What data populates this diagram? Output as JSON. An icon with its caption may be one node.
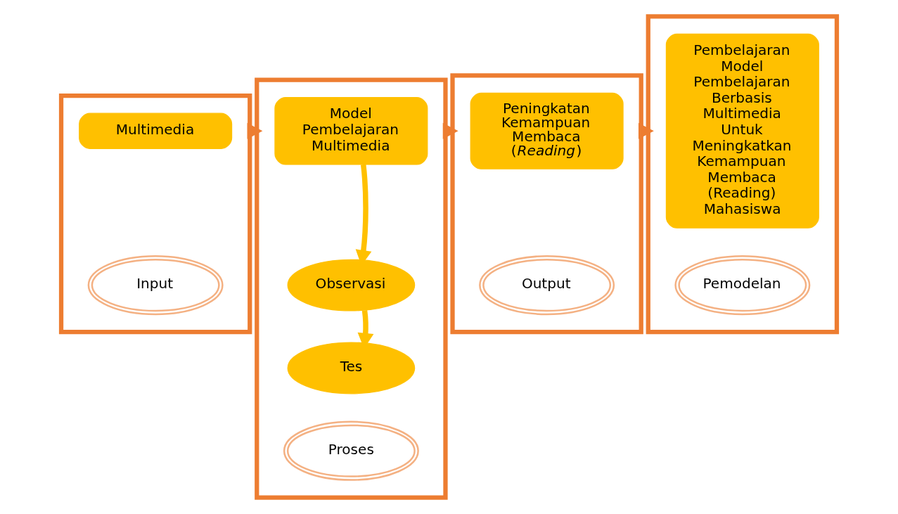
{
  "diagram": {
    "nodes": [
      {
        "text": [],
        "shape": "box"
      },
      {
        "text": [
          "Multimedia"
        ],
        "in": 0
      },
      {
        "text": [
          "Input"
        ],
        "in": 0
      },
      {
        "text": [],
        "shape": "box"
      },
      {
        "text": [
          "Model Pembelajaran Multimedia"
        ],
        "in": 3
      },
      {
        "text": [
          "Observasi"
        ],
        "in": 3
      },
      {
        "text": [
          "Tes"
        ],
        "in": 3
      },
      {
        "text": [
          "Proses"
        ],
        "in": 3
      },
      {
        "text": [],
        "shape": "box"
      },
      {
        "text": [
          "Peningkatan Kemampuan Membaca (*Reading*)"
        ],
        "in": 8
      },
      {
        "text": [
          "Output"
        ],
        "in": 8
      },
      {
        "text": [],
        "shape": "box"
      },
      {
        "text": [
          "Pembelajaran Model Pembelajaran Berbasis Multimedia Untuk Meningkatkan Kemampuan Membaca (Reading) Mahasiswa"
        ],
        "in": 11
      },
      {
        "text": [
          "Pemodelan"
        ],
        "in": 11
      }
    ],
    "edges": [
      {
        "from": 0,
        "to": 3,
        "arrow": "to"
      },
      {
        "from": 3,
        "to": 8,
        "arrow": "to"
      },
      {
        "from": 8,
        "to": 11,
        "arrow": "to"
      },
      {
        "from": 4,
        "to": 5,
        "arrow": "to",
        "color": "#ffc000"
      },
      {
        "from": 5,
        "to": 6,
        "arrow": "to",
        "color": "#ffc000"
      }
    ]
  }
}
